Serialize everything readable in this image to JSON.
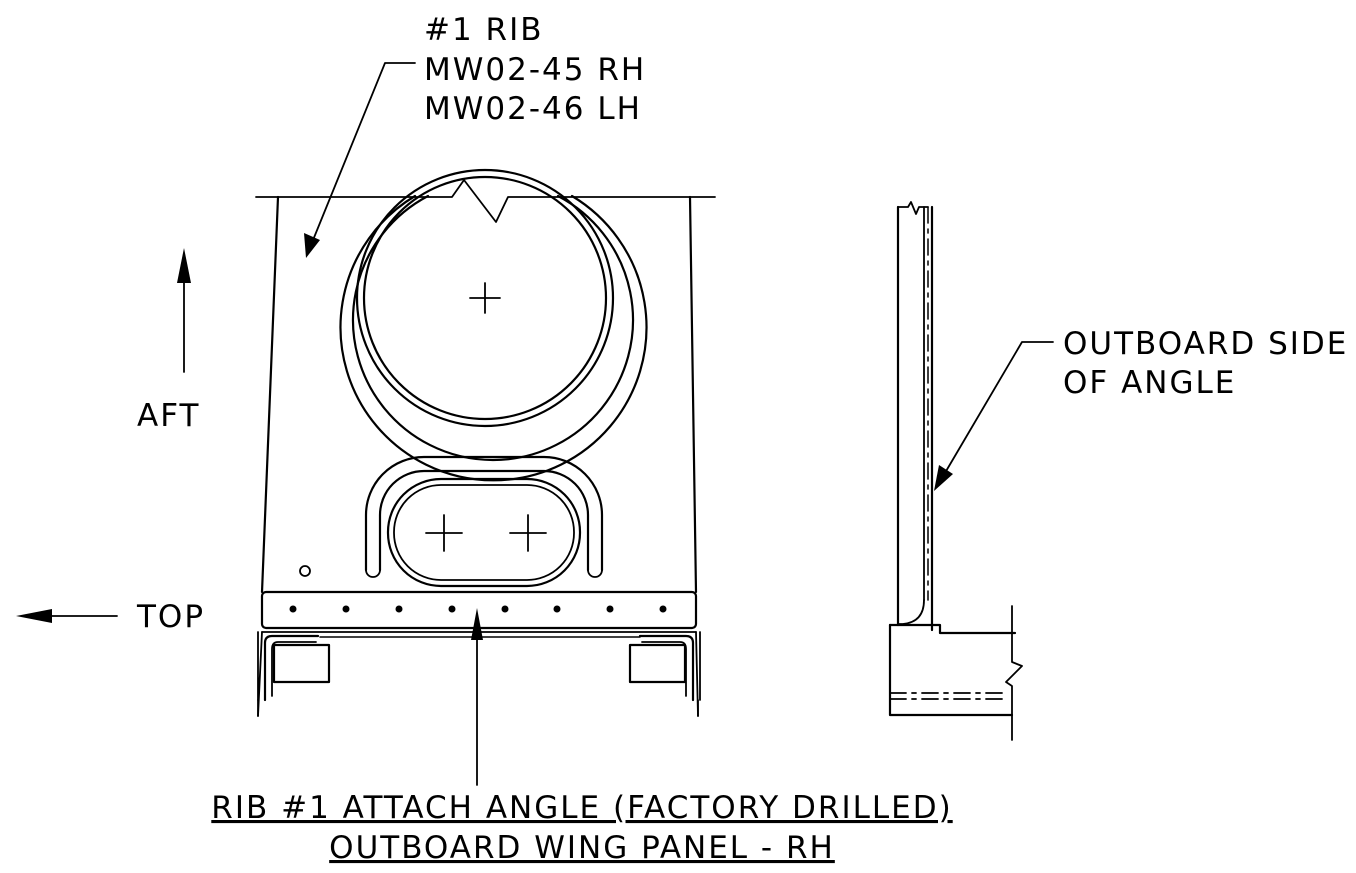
{
  "labels": {
    "rib_line1": "#1 RIB",
    "rib_line2": "MW02-45 RH",
    "rib_line3": "MW02-46 LH",
    "aft": "AFT",
    "top": "TOP",
    "outboard_line1": "OUTBOARD SIDE",
    "outboard_line2": "OF ANGLE",
    "caption_line1": "RIB #1 ATTACH ANGLE (FACTORY DRILLED)",
    "caption_line2": "OUTBOARD WING PANEL - RH"
  }
}
